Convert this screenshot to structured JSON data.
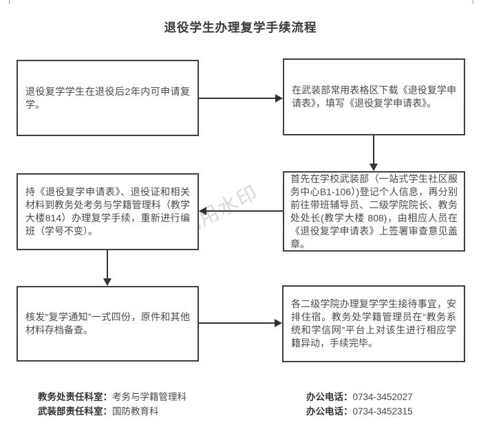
{
  "title": "退役学生办理复学手续流程",
  "watermark": "试用水印",
  "flow": {
    "boxes": [
      {
        "id": "step1",
        "text": "退役复学学生在退役后2年内可申请复学。"
      },
      {
        "id": "step2",
        "text": "在武装部常用表格区下载《退役复学申请表》，填写《退役复学申请表》。"
      },
      {
        "id": "step3",
        "text": "首先在学校武装部（一站式学生社区服务中心B1-106）)登记个人信息，再分别前往带班辅导员、二级学院院长、教务处处长(教学大楼 808)，由相应人员在《退役复学申请表》上签署审查意见盖章。"
      },
      {
        "id": "step4",
        "text": "持《退役复学申请表》、退役证和相关材料到教务处考务与学籍管理科（教学大楼814）办理复学手续，重新进行编班（学号不变）。"
      },
      {
        "id": "step5",
        "text": "核发“复学通知”一式四份，原件和其他材料存档备查。"
      },
      {
        "id": "step6",
        "text": "各二级学院办理复学学生接待事宜，安排住宿。教务处学籍管理员在“教务系统和学信网”平台上对该生进行相应学籍异动，手续完毕。"
      }
    ],
    "arrows": [
      {
        "from": "step1",
        "to": "step2",
        "direction": "right"
      },
      {
        "from": "step2",
        "to": "step3",
        "direction": "down"
      },
      {
        "from": "step3",
        "to": "step4",
        "direction": "left"
      },
      {
        "from": "step4",
        "to": "step5",
        "direction": "down"
      },
      {
        "from": "step5",
        "to": "step6",
        "direction": "right"
      }
    ]
  },
  "footer": {
    "left": [
      {
        "label": "教务处责任科室：",
        "value": "考务与学籍管理科"
      },
      {
        "label": "武装部责任科室：",
        "value": "国防教育科"
      }
    ],
    "right": [
      {
        "label": "办公电话：",
        "value": "0734-3452027"
      },
      {
        "label": "办公电话：",
        "value": "0734-3452315"
      }
    ]
  },
  "colors": {
    "box_border": "#3f3f3f",
    "text": "#4a4a4a",
    "arrow": "#333333",
    "watermark": "#d7d7d7"
  }
}
